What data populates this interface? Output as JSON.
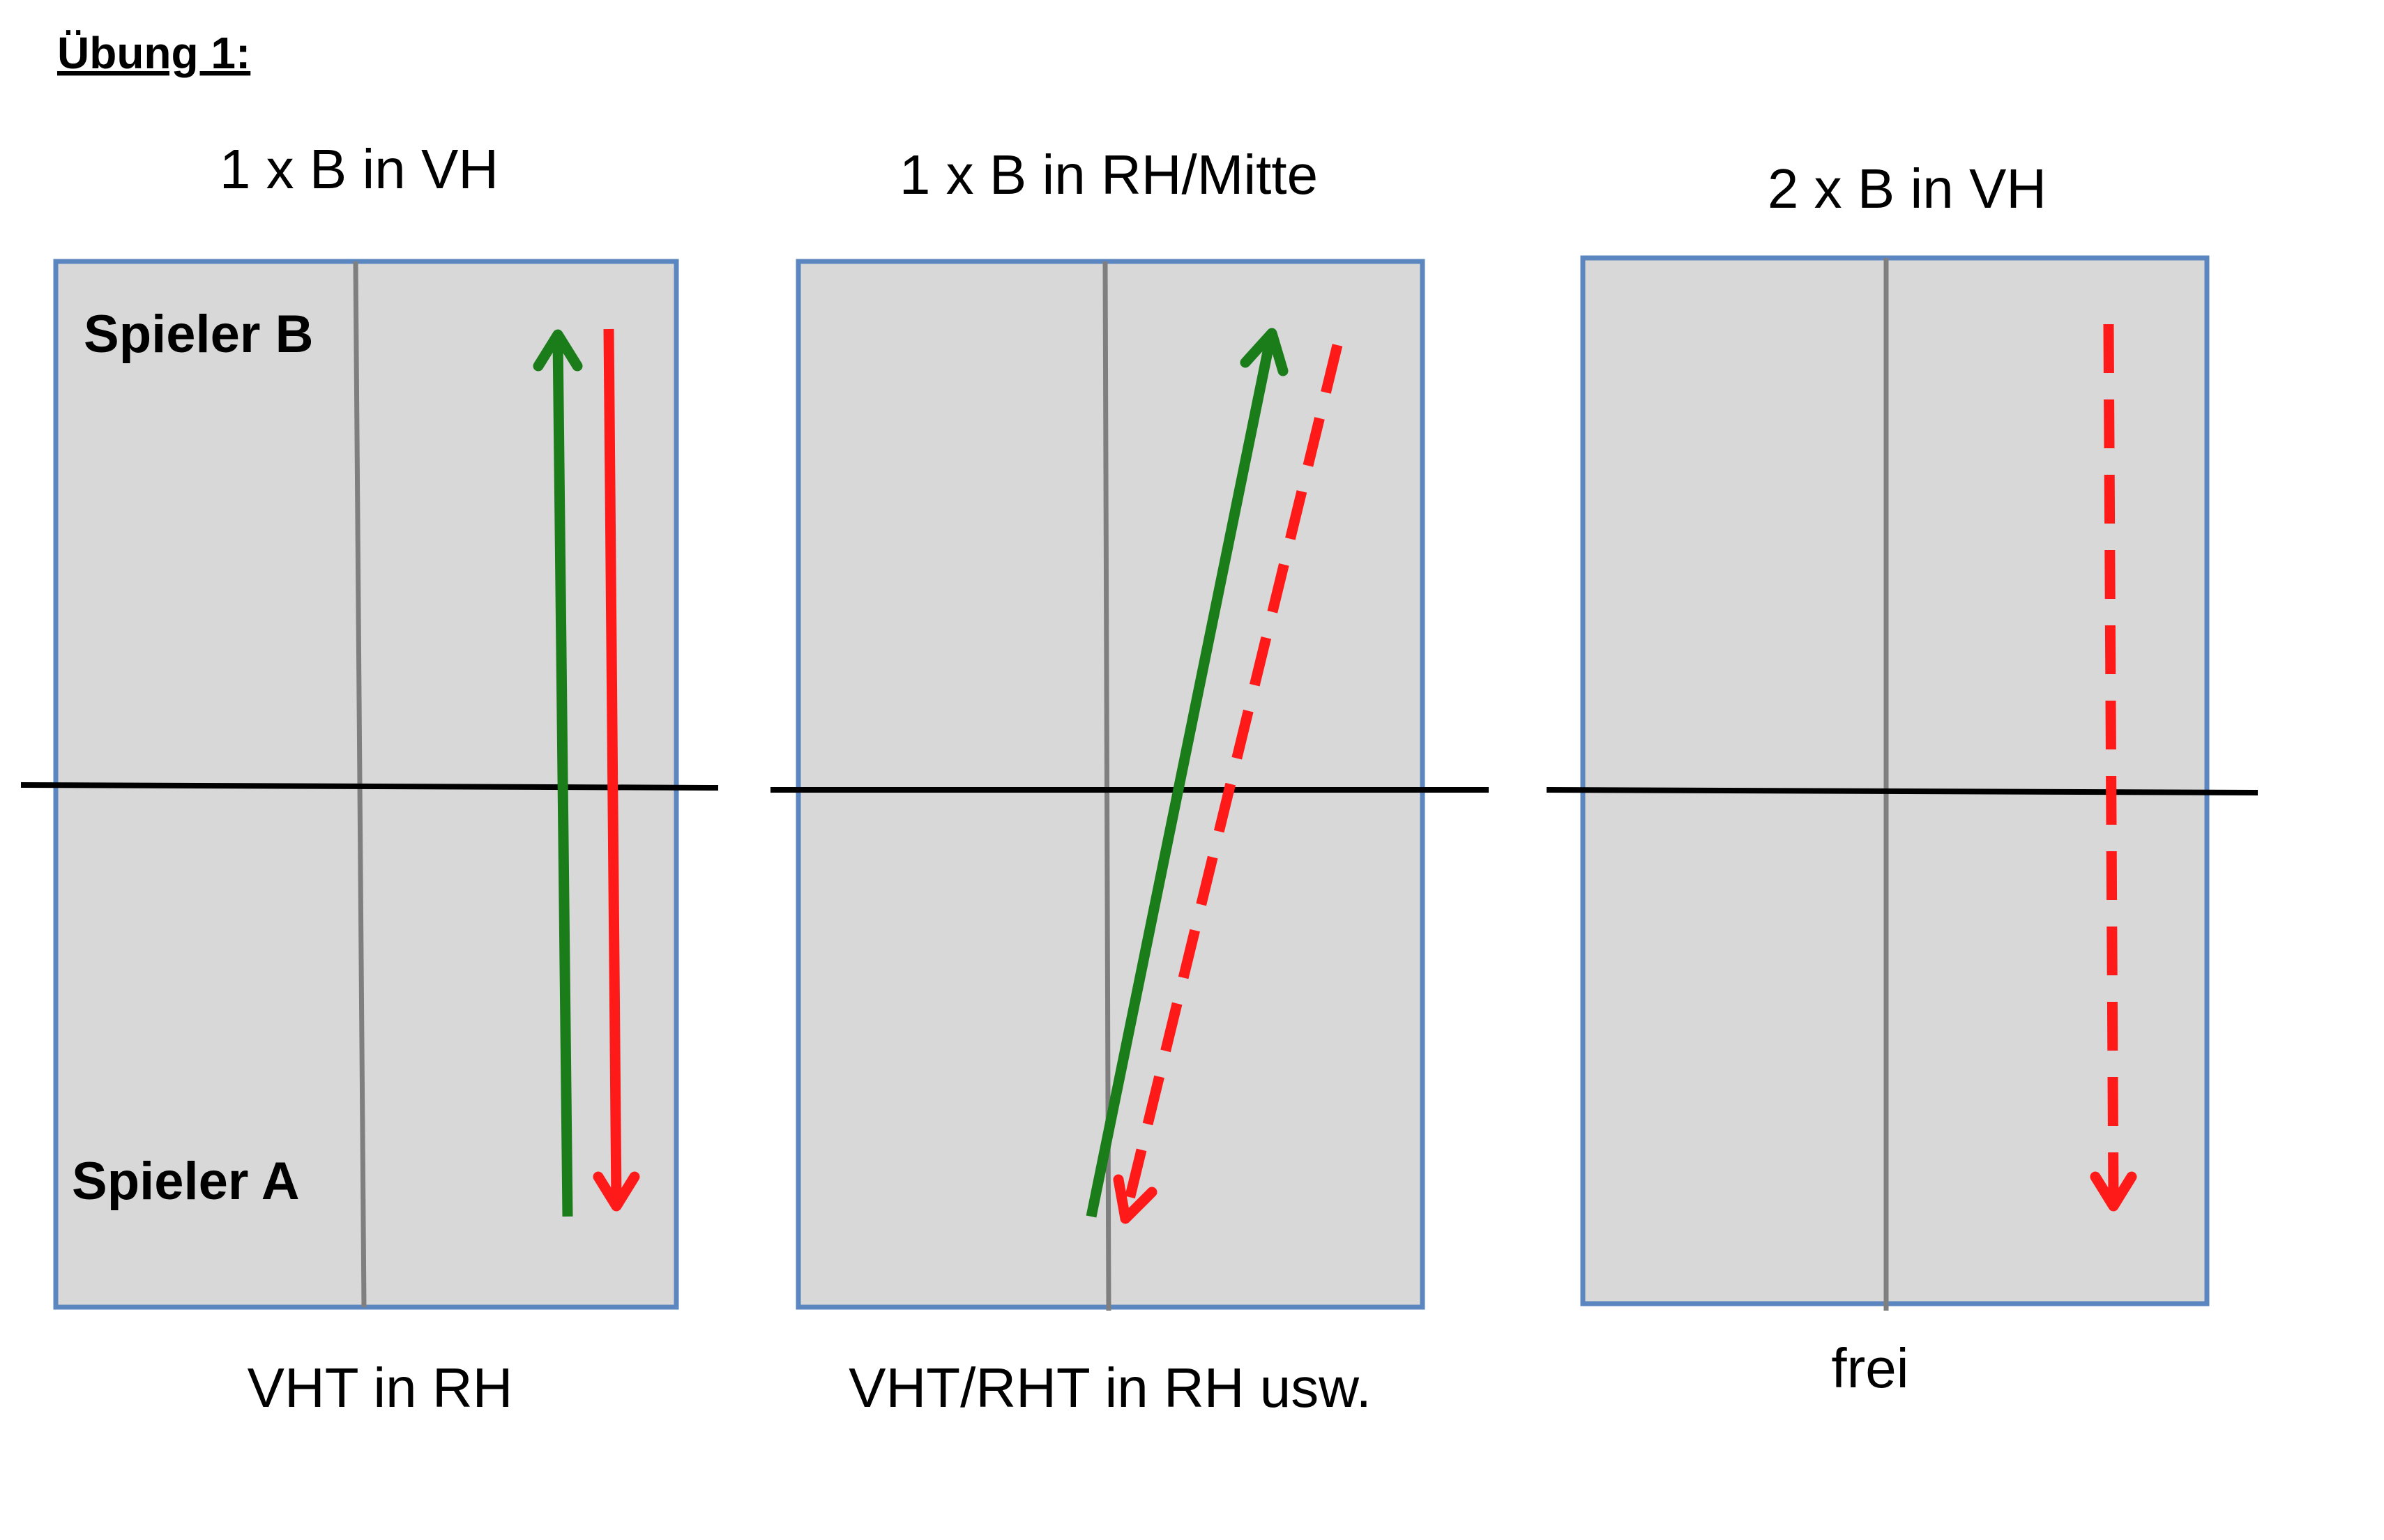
{
  "heading": "Übung 1:",
  "colors": {
    "table_fill": "#d8d8d8",
    "table_border": "#5b86bf",
    "center_line": "#7f7f7f",
    "net": "#000000",
    "arrow_green": "#1a7d1a",
    "arrow_red": "#ff1a1a"
  },
  "panels": [
    {
      "title": "1 x B in VH",
      "caption": "VHT in RH",
      "labels": {
        "top": "Spieler B",
        "bottom": "Spieler A"
      },
      "arrows": [
        {
          "color": "green",
          "style": "solid",
          "direction": "up"
        },
        {
          "color": "red",
          "style": "solid",
          "direction": "down"
        }
      ]
    },
    {
      "title": "1 x B in RH/Mitte",
      "caption": "VHT/RHT in RH usw.",
      "arrows": [
        {
          "color": "green",
          "style": "solid",
          "direction": "up"
        },
        {
          "color": "red",
          "style": "dashed",
          "direction": "down"
        }
      ]
    },
    {
      "title": "2 x B in VH",
      "caption": "frei",
      "arrows": [
        {
          "color": "red",
          "style": "dashed",
          "direction": "down"
        }
      ]
    }
  ]
}
